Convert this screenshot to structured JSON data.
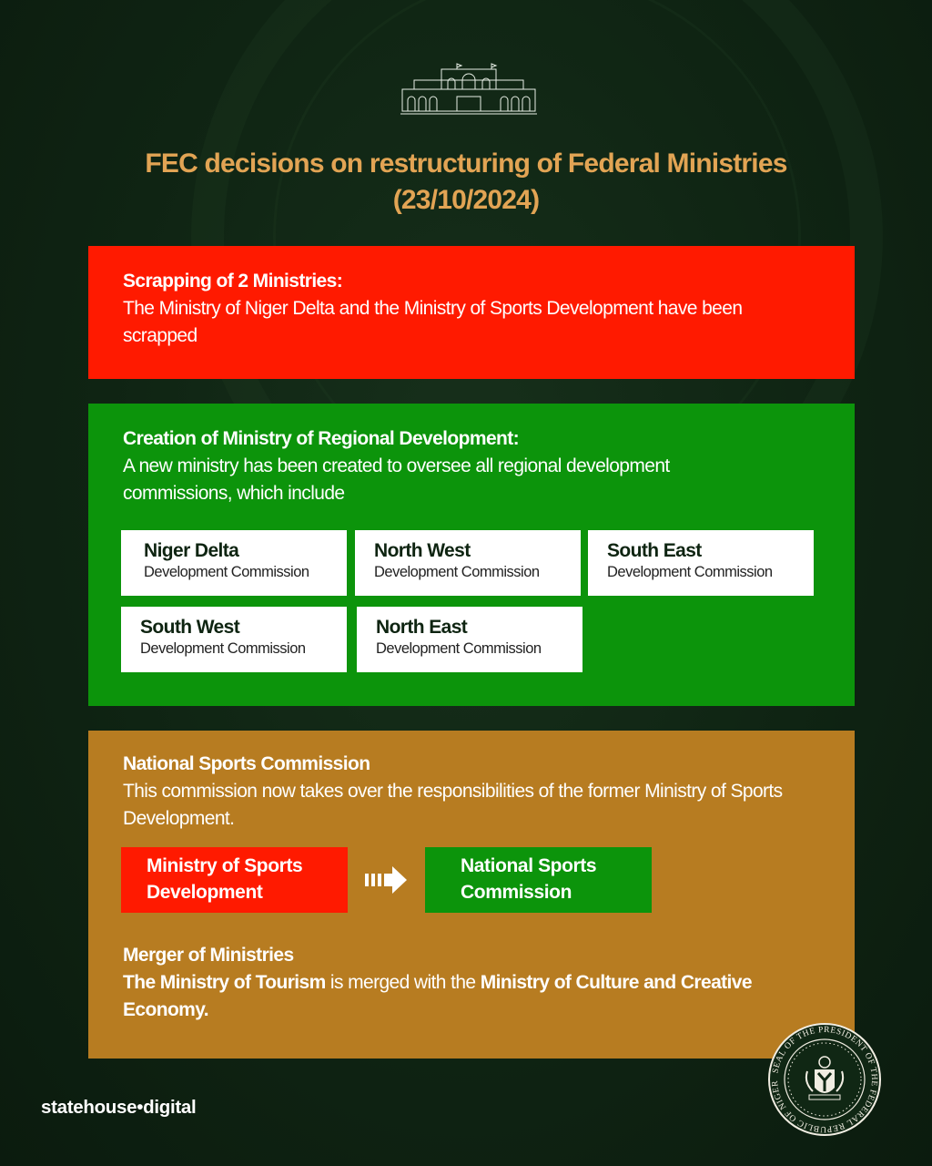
{
  "header": {
    "title_line1": "FEC decisions on restructuring of Federal Ministries",
    "title_line2": "(23/10/2024)",
    "logo_icon": "state-house-building-icon"
  },
  "colors": {
    "background": "#0f2413",
    "title_gold": "#e2a454",
    "red": "#ff1a00",
    "green": "#0c940b",
    "brown": "#b77c21",
    "card_white": "#ffffff"
  },
  "sections": {
    "scrapping": {
      "heading": "Scrapping of 2 Ministries:",
      "body": "The Ministry of Niger Delta and the Ministry of Sports Development have been scrapped"
    },
    "creation": {
      "heading": "Creation of Ministry of Regional Development:",
      "body": "A new ministry has been created to oversee all regional development commissions, which include",
      "commissions": [
        {
          "name": "Niger Delta",
          "subtitle": "Development Commission"
        },
        {
          "name": "North West",
          "subtitle": "Development Commission"
        },
        {
          "name": "South East",
          "subtitle": "Development Commission"
        },
        {
          "name": "South West",
          "subtitle": "Development Commission"
        },
        {
          "name": "North East",
          "subtitle": "Development Commission"
        }
      ]
    },
    "sports": {
      "heading": "National Sports Commission",
      "body": "This commission now takes over the responsibilities of the former Ministry of Sports Development.",
      "flow_from_line1": "Ministry of Sports",
      "flow_from_line2": "Development",
      "flow_to_line1": "National Sports",
      "flow_to_line2": "Commission",
      "arrow_icon": "right-arrow-icon"
    },
    "merger": {
      "heading": "Merger of Ministries",
      "part1_bold": "The Ministry of Tourism",
      "part2": " is merged with the ",
      "part3_bold": "Ministry of Culture and Creative Economy."
    }
  },
  "footer": {
    "brand": "statehouse•digital",
    "seal_text": "SEAL OF THE PRESIDENT OF THE FEDERAL REPUBLIC OF NIGERIA",
    "seal_icon": "presidential-seal-icon"
  }
}
